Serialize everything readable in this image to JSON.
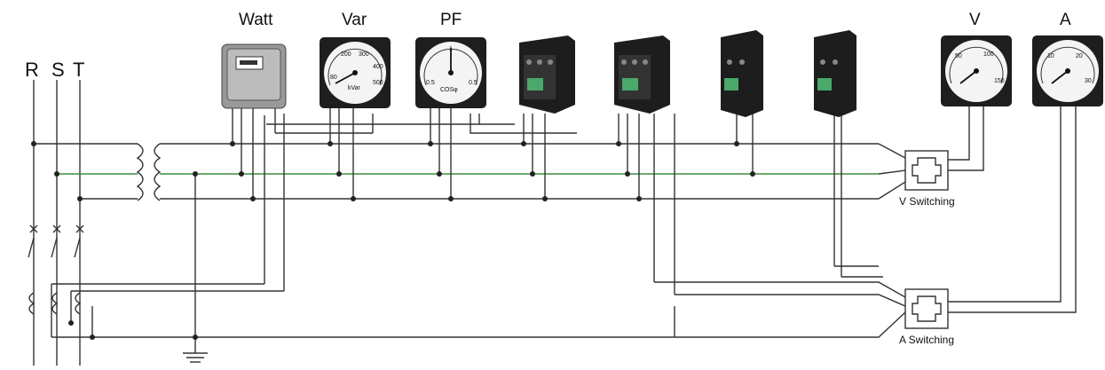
{
  "phase_labels": {
    "r": "R",
    "s": "S",
    "t": "T"
  },
  "instruments": {
    "watt": {
      "label": "Watt"
    },
    "var": {
      "label": "Var",
      "dial_unit": "kVar",
      "dial_ticks": [
        "80",
        "200",
        "300",
        "400",
        "500"
      ]
    },
    "pf": {
      "label": "PF",
      "dial_unit": "COSφ",
      "dial_ticks": [
        "0.5",
        "1",
        "0.5"
      ]
    },
    "voltmeter": {
      "label": "V",
      "dial_ticks": [
        "50",
        "100",
        "150"
      ]
    },
    "ammeter": {
      "label": "A",
      "dial_ticks": [
        "10",
        "20",
        "30"
      ]
    }
  },
  "switches": {
    "v_switching": {
      "label": "V Switching"
    },
    "a_switching": {
      "label": "A Switching"
    }
  },
  "colors": {
    "wire": "#333333",
    "green_wire": "#3f8f3f",
    "meter_dark": "#1e1e1e",
    "meter_face": "#f4f4f4",
    "transducer_green": "#4aa86a"
  }
}
